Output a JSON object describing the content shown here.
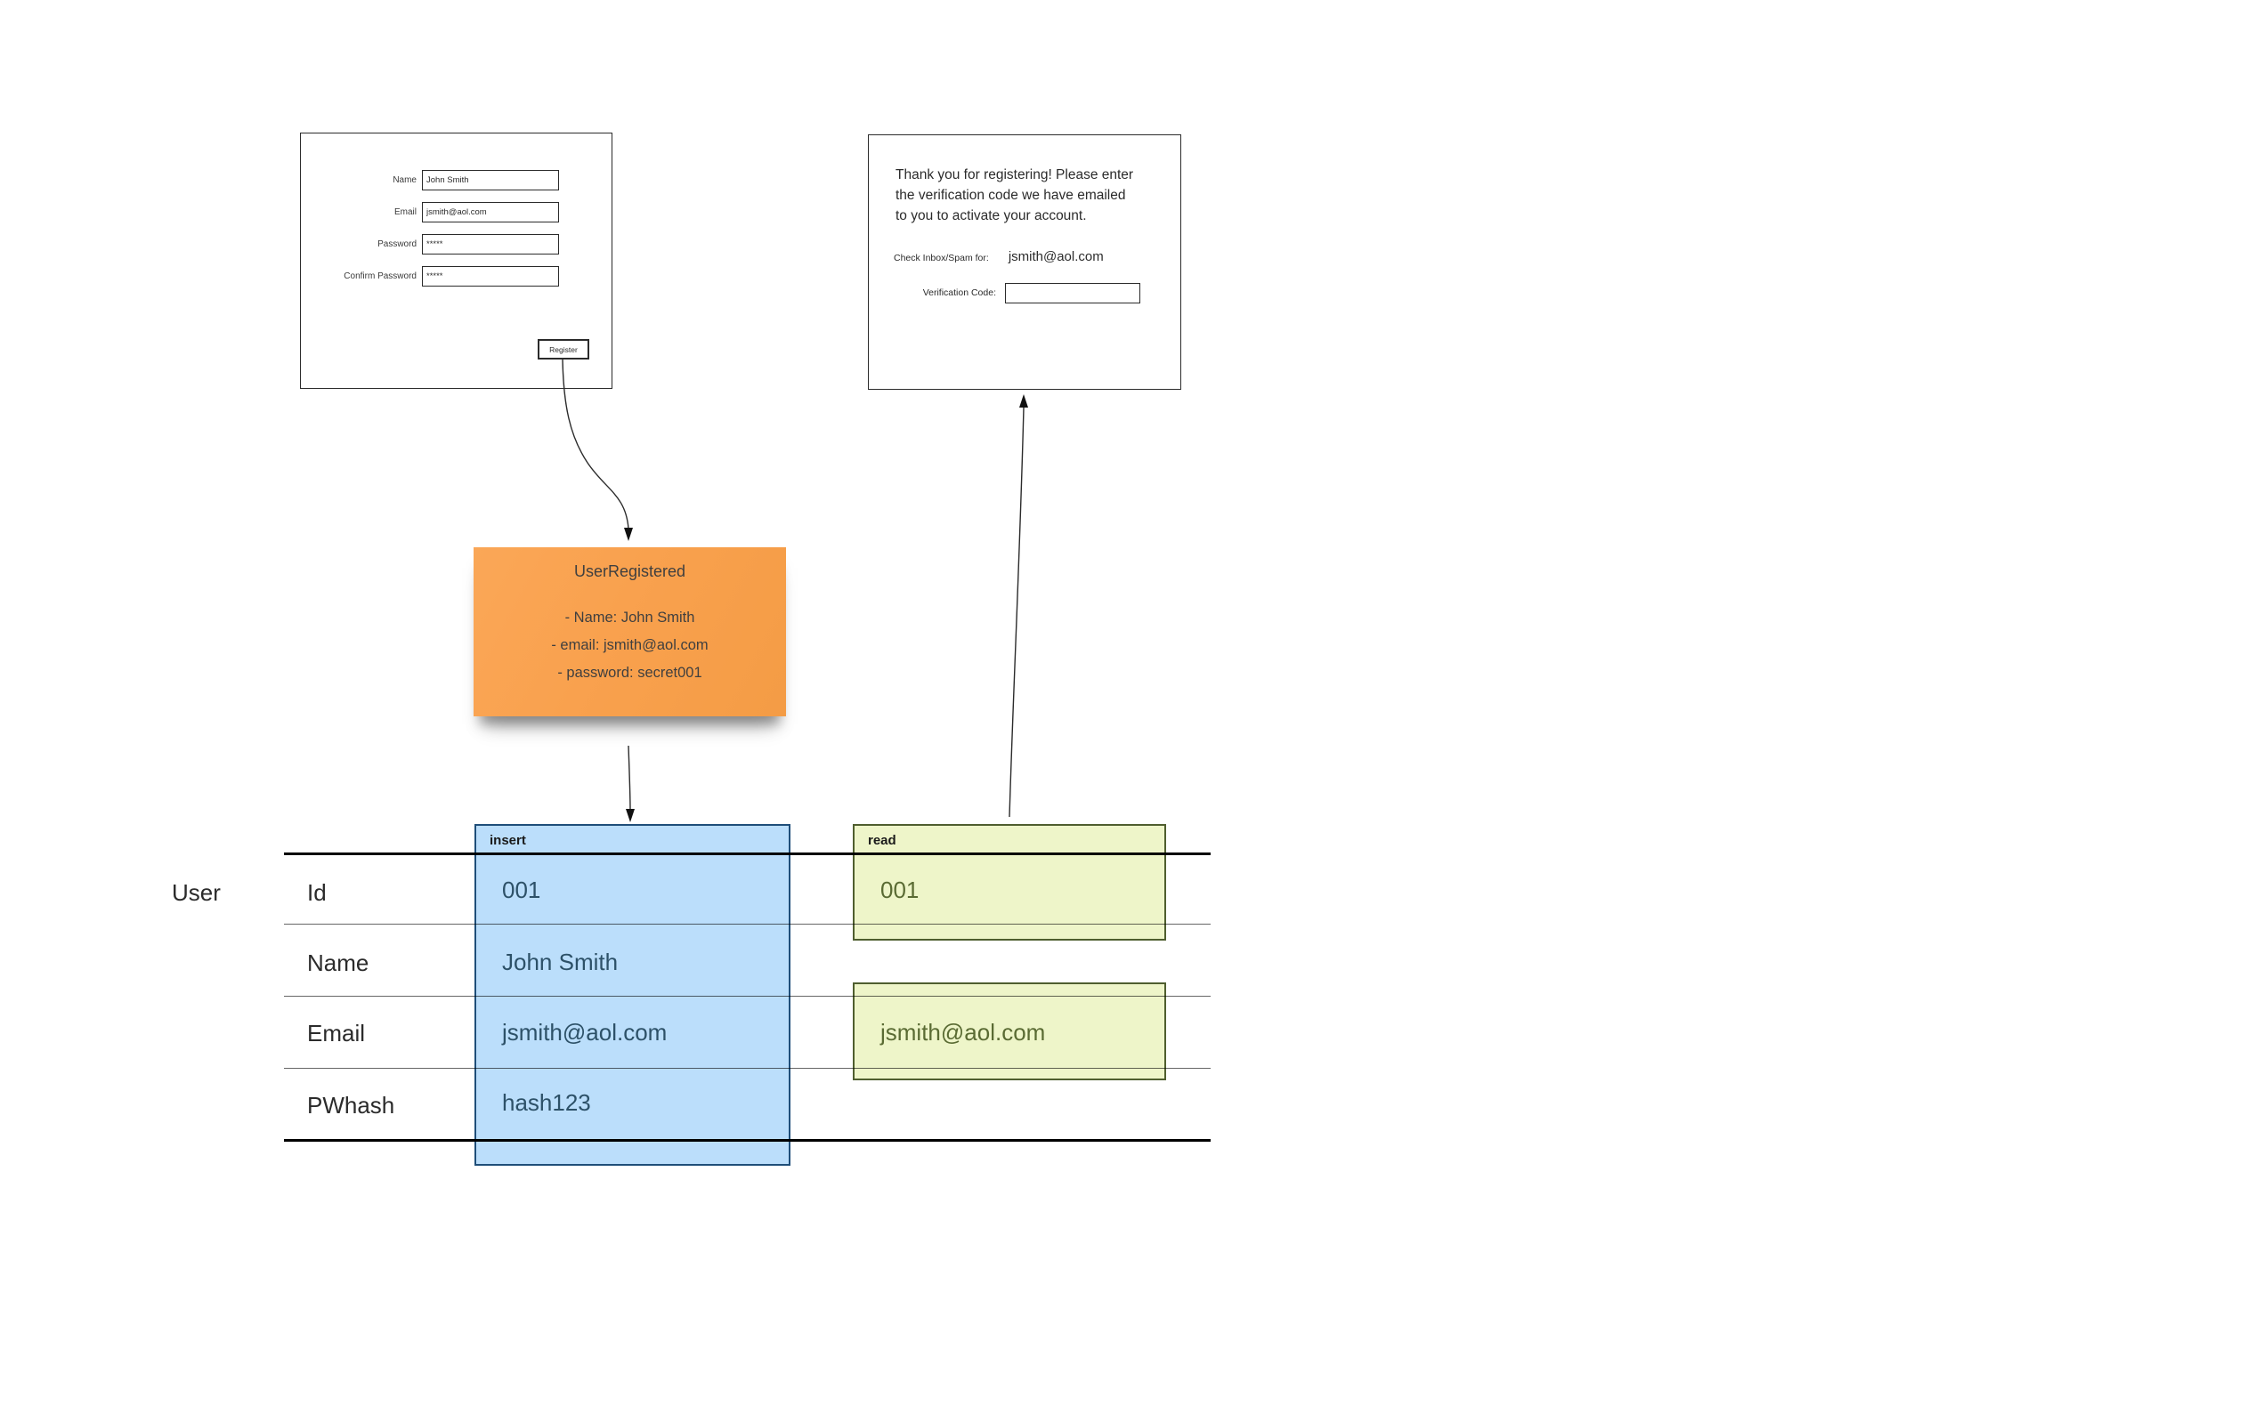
{
  "palette": {
    "note_fill": "#F9A14E",
    "insert_fill": "#BBDEFB",
    "insert_border": "#1F4E79",
    "insert_text": "#2D5168",
    "read_fill": "#EEF5C9",
    "read_border": "#4F5E2F",
    "read_text": "#5A6B33",
    "line_color": "#000000"
  },
  "registration_form": {
    "fields": [
      {
        "label": "Name",
        "value": "John Smith"
      },
      {
        "label": "Email",
        "value": "jsmith@aol.com"
      },
      {
        "label": "Password",
        "value": "*****"
      },
      {
        "label": "Confirm Password",
        "value": "*****"
      }
    ],
    "register_label": "Register"
  },
  "verification_panel": {
    "message_lines": [
      "Thank you for registering! Please enter",
      "the verification code we have emailed",
      "to you to activate your account."
    ],
    "check_label": "Check Inbox/Spam for:",
    "email": "jsmith@aol.com",
    "code_label": "Verification Code:",
    "code_value": ""
  },
  "event_note": {
    "title": "UserRegistered",
    "lines": [
      "- Name: John Smith",
      "- email: jsmith@aol.com",
      "- password: secret001"
    ]
  },
  "table": {
    "entity_label": "User",
    "insert_header": "insert",
    "read_header": "read",
    "row_labels": [
      "Id",
      "Name",
      "Email",
      "PWhash"
    ],
    "insert_values": [
      "001",
      "John Smith",
      "jsmith@aol.com",
      "hash123"
    ],
    "read_values": {
      "id": "001",
      "email": "jsmith@aol.com"
    }
  }
}
